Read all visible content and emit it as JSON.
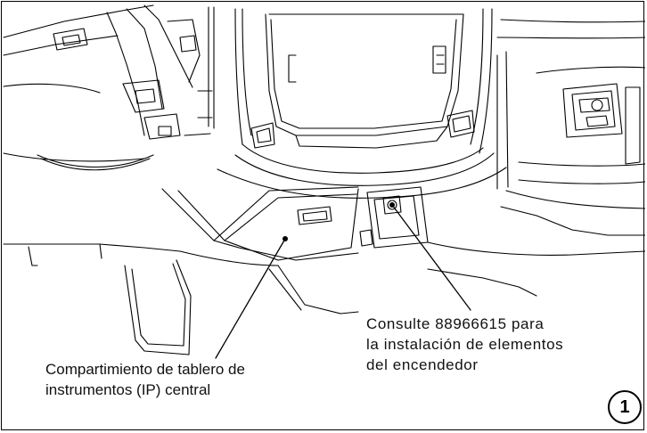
{
  "figure": {
    "number": "1"
  },
  "callouts": {
    "ip_compartment": {
      "line1": "Compartimiento de tablero de",
      "line2": "instrumentos (IP) central"
    },
    "lighter": {
      "line1": "Consulte 88966615 para",
      "line2": "la instalación de elementos",
      "line3": "del encendedor"
    }
  },
  "colors": {
    "line": "#000000",
    "background": "#ffffff"
  }
}
